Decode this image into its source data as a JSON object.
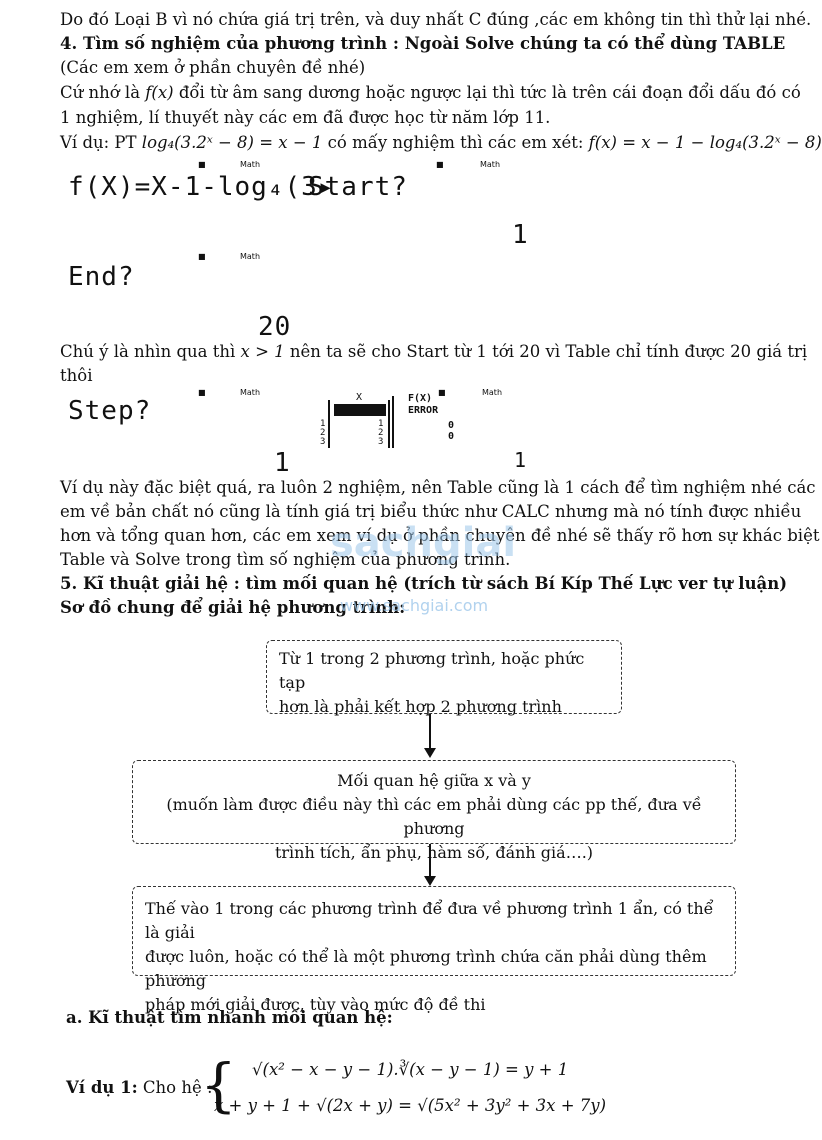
{
  "lines": {
    "l1": "Do đó Loại B vì nó chứa giá trị trên, và duy nhất C đúng ,các em không tin thì thử lại nhé.",
    "l2": "4. Tìm số nghiệm của phương trình : Ngoài Solve chúng ta có thể dùng TABLE",
    "l3": "(Các em xem ở phần chuyên đề nhé)",
    "l4a": "Cứ nhớ là",
    "l4fx": "f(x)",
    "l4b": "đổi từ âm sang dương hoặc ngược lại thì tức là trên cái đoạn đổi dấu đó có",
    "l5": "1 nghiệm, lí thuyết này các em đã được học từ năm lớp 11.",
    "l6a": "Ví dụ: PT",
    "l6eq": "log₄(3.2ˣ − 8) = x − 1",
    "l6b": "có mấy nghiệm thì các em xét:",
    "l6f": "f(x) = x − 1 − log₄(3.2ˣ − 8)",
    "l7a": "Chú ý là nhìn qua thì",
    "l7cond": "x > 1",
    "l7b": "nên ta sẽ cho Start từ 1 tới 20 vì Table chỉ tính được 20 giá trị",
    "l8": "thôi",
    "p1": "Ví dụ này đặc biệt quá, ra luôn 2 nghiệm, nên Table cũng là 1 cách để tìm nghiệm nhé các",
    "p2": "em về bản chất nó cũng là tính giá trị biểu thức như CALC nhưng mà nó tính được nhiều",
    "p3": "hơn và tổng quan hơn, các em xem ví dụ ở phần chuyên đề nhé sẽ thấy rõ hơn sự khác biệt",
    "p4": "Table và Solve trong tìm số nghiệm của phương trình.",
    "h5": "5. Kĩ thuật giải hệ : tìm mối quan hệ (trích từ sách Bí Kíp Thế Lực ver tự luận)",
    "h5b": "Sơ đồ chung để giải hệ phương trình:",
    "ha": "a. Kĩ thuật tìm nhanh mối quan hệ:",
    "ex1": "Ví dụ 1:",
    "ex1b": "Cho hệ :",
    "sys1": "√(x² − x − y − 1).∛(x − y − 1) = y + 1",
    "sys2": "x + y + 1 + √(2x + y) = √(5x² + 3y² + 3x + 7y)"
  },
  "calc": {
    "fx_screen": "f(X)=X-1-log₄(3▸",
    "start_label": "Start?",
    "start_val": "1",
    "end_label": "End?",
    "end_val": "20",
    "step_label": "Step?",
    "step_val": "1",
    "table_header_x": "X",
    "table_header_fx": "F(X)",
    "row1_x": "1",
    "row2_x": "2",
    "row3_x": "3",
    "row1_fx": "ERROR",
    "row2_fx": "0",
    "row3_fx": "0",
    "table_bottom": "1",
    "math": "Math"
  },
  "flow": {
    "box1_l1": "Từ 1 trong 2 phương trình, hoặc phức tạp",
    "box1_l2": "hơn là phải kết hợp 2 phương trình",
    "box2_l1": "Mối quan hệ giữa x và y",
    "box2_l2": "(muốn làm được điều này thì các em phải dùng các pp thế, đưa về phương",
    "box2_l3": "trình tích, ẩn phụ, hàm số, đánh giá….)",
    "box3_l1": "Thế vào 1 trong các phương trình để đưa về phương trình 1 ẩn, có thể là giải",
    "box3_l2": "được luôn, hoặc có thể là một phương trình chứa căn phải dùng thêm phương",
    "box3_l3": "pháp mới giải được, tùy vào mức độ đề thi"
  },
  "watermark": {
    "brand": "sachgiai",
    "url": "www.sachgiai.com"
  }
}
